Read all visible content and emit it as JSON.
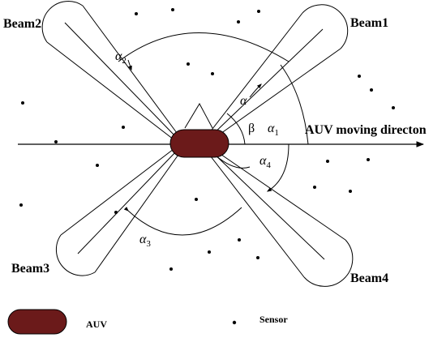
{
  "labels": {
    "beam1": "Beam1",
    "beam2": "Beam2",
    "beam3": "Beam3",
    "beam4": "Beam4",
    "direction": "AUV moving directon"
  },
  "angles": {
    "alpha": "α",
    "alpha1": "α",
    "alpha1_sub": "1",
    "alpha2": "α",
    "alpha2_sub": "2",
    "alpha3": "α",
    "alpha3_sub": "3",
    "alpha4": "α",
    "alpha4_sub": "4",
    "beta": "β"
  },
  "legend": {
    "auv_label": "AUV",
    "sensor_label": "Sensor"
  },
  "colors": {
    "auv_fill": "#6b1a1a",
    "line": "#000000"
  }
}
